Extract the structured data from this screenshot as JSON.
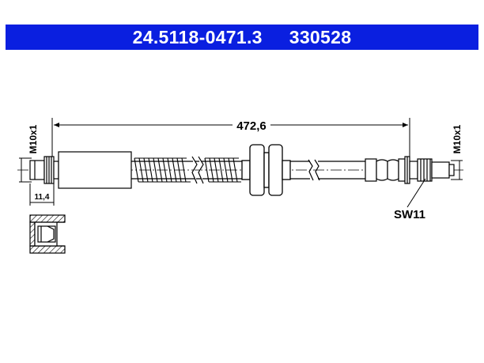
{
  "header": {
    "part_number": "24.5118-0471.3",
    "ref_number": "330528",
    "background": "#0a1fe0",
    "text_color": "#ffffff"
  },
  "dimensions": {
    "length": "472,6",
    "left_thread": "M10x1",
    "right_thread": "M10x1",
    "left_width": "11,4",
    "wrench_size": "SW11"
  }
}
